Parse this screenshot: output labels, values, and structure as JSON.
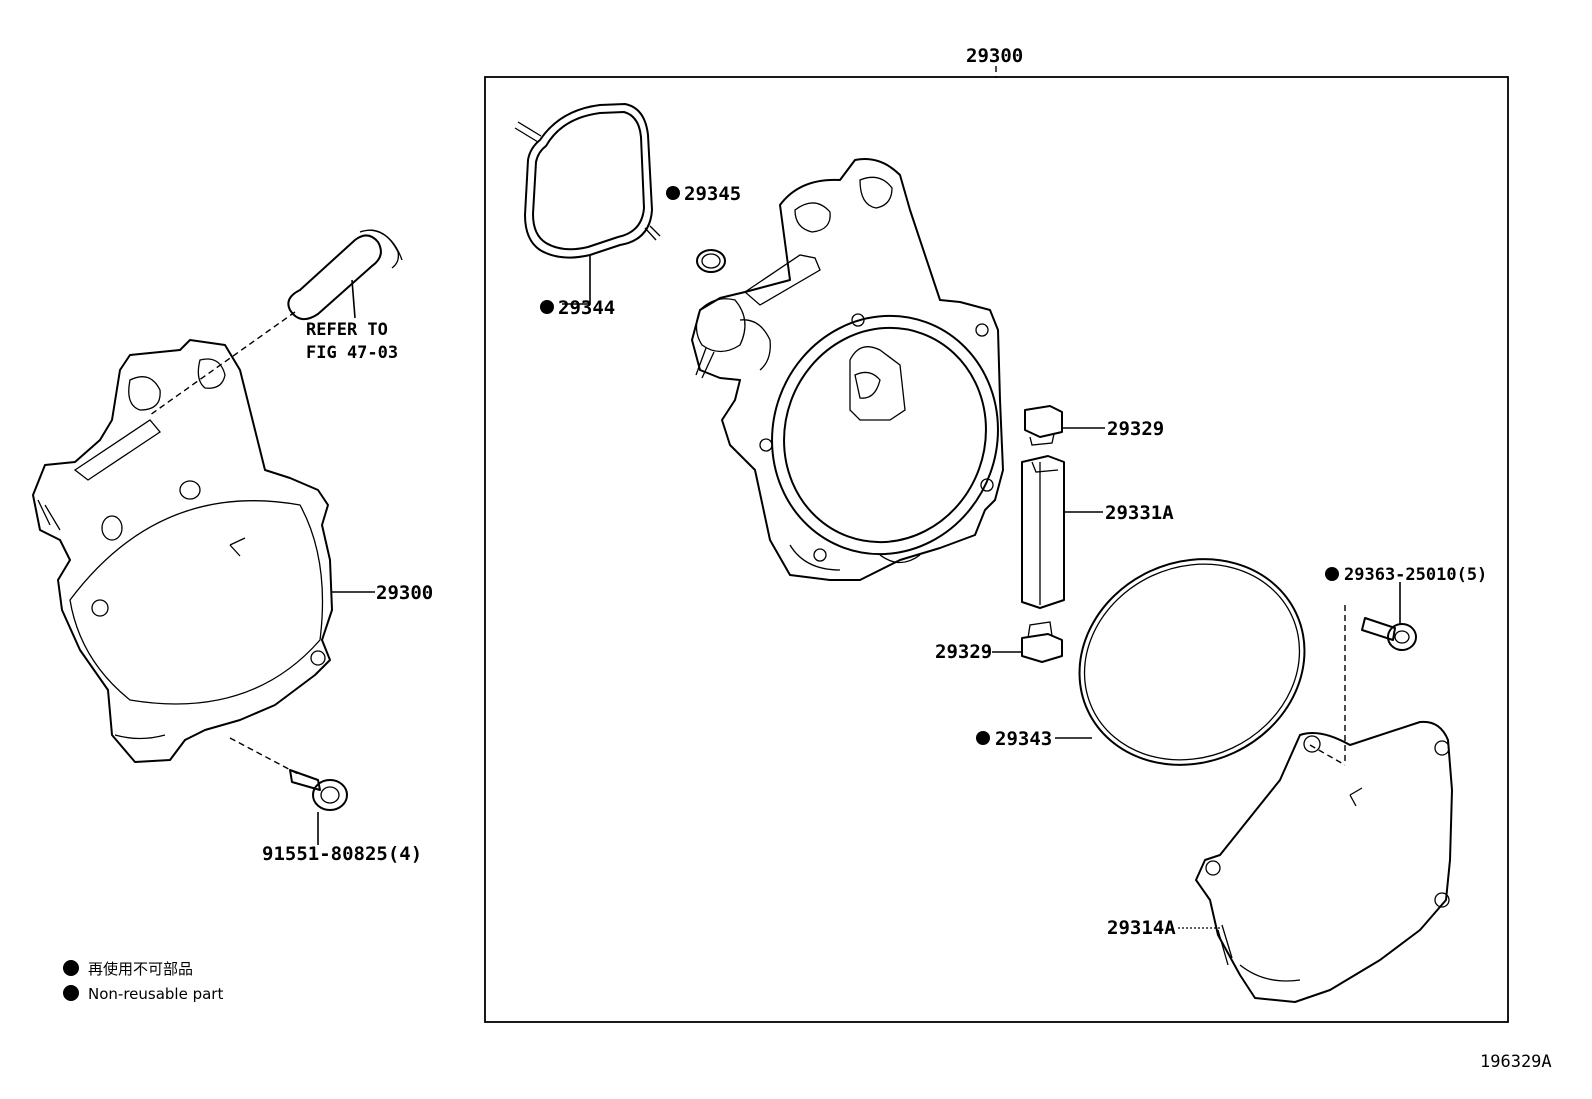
{
  "assembly": {
    "number": "29300"
  },
  "left_view": {
    "refer_line1": "REFER TO",
    "refer_line2": "FIG 47-03",
    "pump_label": "29300",
    "bolt_label": "91551-80825(4)"
  },
  "parts": {
    "p29344": "29344",
    "p29345": "29345",
    "p29329_top": "29329",
    "p29331A": "29331A",
    "p29329_bottom": "29329",
    "p29363": "29363-25010(5)",
    "p29343": "29343",
    "p29314A": "29314A"
  },
  "legend": {
    "line1": "再使用不可部品",
    "line2": "Non-reusable part"
  },
  "figure_code": "196329A"
}
